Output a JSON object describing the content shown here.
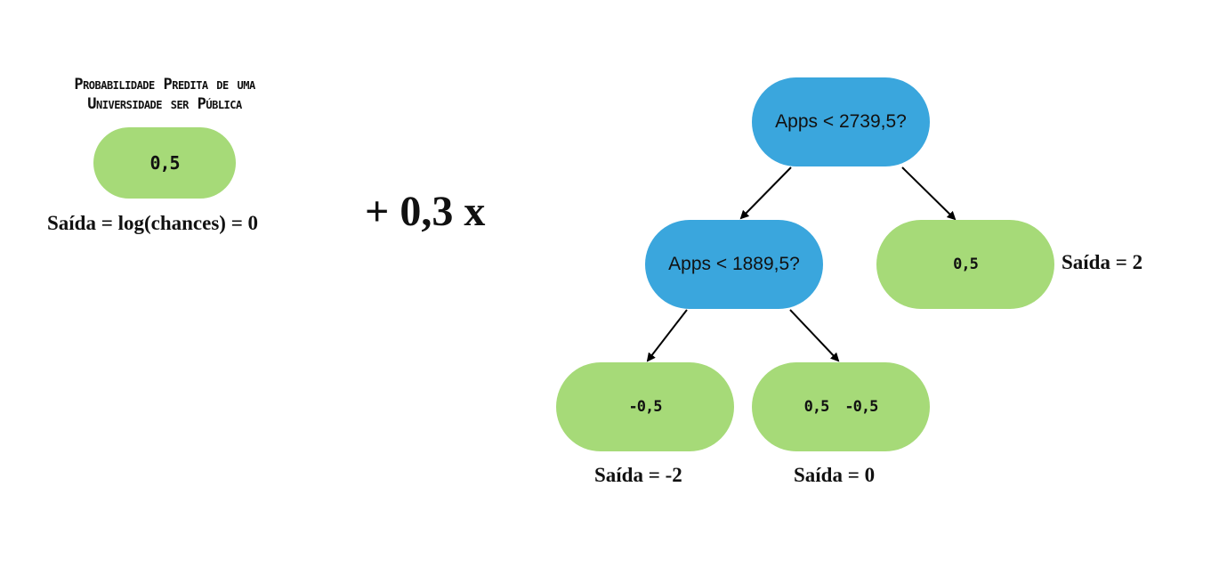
{
  "initial": {
    "title_line1": "Probabilidade Predita de uma",
    "title_line2": "Universidade ser Pública",
    "value": "0,5",
    "output": "Saída = log(chances) = 0"
  },
  "operator": "+ 0,3 x",
  "tree": {
    "root": {
      "label": "Apps < 2739,5?"
    },
    "left": {
      "label": "Apps < 1889,5?"
    },
    "right_leaf": {
      "value": "0,5",
      "output": "Saída = 2"
    },
    "left_left_leaf": {
      "value": "-0,5",
      "output": "Saída = -2"
    },
    "left_right_leaf": {
      "value_a": "0,5",
      "value_b": "-0,5",
      "output": "Saída = 0"
    }
  },
  "colors": {
    "decision_node": "#3aa6dd",
    "leaf_node": "#a6da78",
    "arrow": "#000000"
  }
}
